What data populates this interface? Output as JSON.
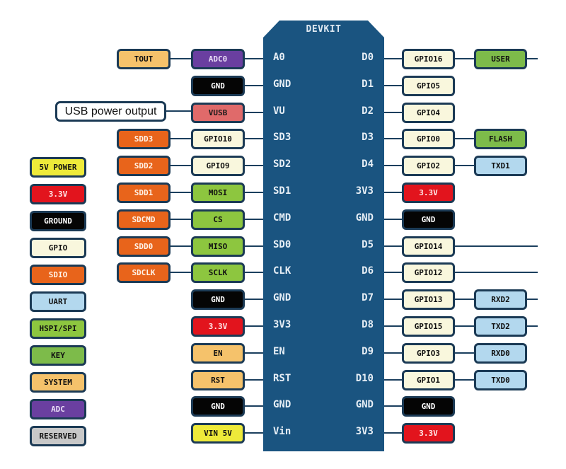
{
  "board": {
    "title": "DEVKIT"
  },
  "colors": {
    "board": "#1a5480",
    "outline": "#1b3a55",
    "5v": "#eeea3a",
    "3v3": "#e2141d",
    "ground": "#050505",
    "gpio": "#f9f7dd",
    "sdio": "#e8641b",
    "uart": "#b3d8ee",
    "spi": "#8dc63f",
    "key": "#7dbb4a",
    "system": "#f5c26b",
    "adc": "#6a3fa0",
    "reserved": "#c8c8c8"
  },
  "legend": [
    {
      "label": "5V POWER",
      "type": "5v"
    },
    {
      "label": "3.3V",
      "type": "3v3"
    },
    {
      "label": "GROUND",
      "type": "ground"
    },
    {
      "label": "GPIO",
      "type": "gpio"
    },
    {
      "label": "SDIO",
      "type": "sdio"
    },
    {
      "label": "UART",
      "type": "uart"
    },
    {
      "label": "HSPI/SPI",
      "type": "spi"
    },
    {
      "label": "KEY",
      "type": "key"
    },
    {
      "label": "SYSTEM",
      "type": "system"
    },
    {
      "label": "ADC",
      "type": "adc"
    },
    {
      "label": "RESERVED",
      "type": "reserved"
    }
  ],
  "usb_note": "USB power output",
  "left_pins": [
    {
      "pin": "A0",
      "inner": {
        "label": "ADC0",
        "type": "adc"
      },
      "outer": {
        "label": "TOUT",
        "type": "system"
      }
    },
    {
      "pin": "GND",
      "inner": {
        "label": "GND",
        "type": "ground"
      }
    },
    {
      "pin": "VU",
      "inner": {
        "label": "VUSB",
        "type": "vusb"
      }
    },
    {
      "pin": "SD3",
      "inner": {
        "label": "GPIO10",
        "type": "gpio"
      },
      "outer": {
        "label": "SDD3",
        "type": "sdio"
      }
    },
    {
      "pin": "SD2",
      "inner": {
        "label": "GPIO9",
        "type": "gpio"
      },
      "outer": {
        "label": "SDD2",
        "type": "sdio"
      }
    },
    {
      "pin": "SD1",
      "inner": {
        "label": "MOSI",
        "type": "spi"
      },
      "outer": {
        "label": "SDD1",
        "type": "sdio"
      }
    },
    {
      "pin": "CMD",
      "inner": {
        "label": "CS",
        "type": "spi"
      },
      "outer": {
        "label": "SDCMD",
        "type": "sdio"
      }
    },
    {
      "pin": "SD0",
      "inner": {
        "label": "MISO",
        "type": "spi"
      },
      "outer": {
        "label": "SDD0",
        "type": "sdio"
      }
    },
    {
      "pin": "CLK",
      "inner": {
        "label": "SCLK",
        "type": "spi"
      },
      "outer": {
        "label": "SDCLK",
        "type": "sdio"
      }
    },
    {
      "pin": "GND",
      "inner": {
        "label": "GND",
        "type": "ground"
      }
    },
    {
      "pin": "3V3",
      "inner": {
        "label": "3.3V",
        "type": "3v3"
      }
    },
    {
      "pin": "EN",
      "inner": {
        "label": "EN",
        "type": "system"
      }
    },
    {
      "pin": "RST",
      "inner": {
        "label": "RST",
        "type": "system"
      }
    },
    {
      "pin": "GND",
      "inner": {
        "label": "GND",
        "type": "ground"
      }
    },
    {
      "pin": "Vin",
      "inner": {
        "label": "VIN 5V",
        "type": "5v"
      }
    }
  ],
  "right_pins": [
    {
      "pin": "D0",
      "inner": {
        "label": "GPIO16",
        "type": "gpio"
      },
      "outer": {
        "label": "USER",
        "type": "key"
      },
      "tail": true
    },
    {
      "pin": "D1",
      "inner": {
        "label": "GPIO5",
        "type": "gpio"
      }
    },
    {
      "pin": "D2",
      "inner": {
        "label": "GPIO4",
        "type": "gpio"
      }
    },
    {
      "pin": "D3",
      "inner": {
        "label": "GPIO0",
        "type": "gpio"
      },
      "outer": {
        "label": "FLASH",
        "type": "key"
      }
    },
    {
      "pin": "D4",
      "inner": {
        "label": "GPIO2",
        "type": "gpio"
      },
      "outer": {
        "label": "TXD1",
        "type": "uart"
      }
    },
    {
      "pin": "3V3",
      "inner": {
        "label": "3.3V",
        "type": "3v3"
      }
    },
    {
      "pin": "GND",
      "inner": {
        "label": "GND",
        "type": "ground"
      }
    },
    {
      "pin": "D5",
      "inner": {
        "label": "GPIO14",
        "type": "gpio"
      },
      "tail": true
    },
    {
      "pin": "D6",
      "inner": {
        "label": "GPIO12",
        "type": "gpio"
      },
      "tail": true
    },
    {
      "pin": "D7",
      "inner": {
        "label": "GPIO13",
        "type": "gpio"
      },
      "outer": {
        "label": "RXD2",
        "type": "uart"
      },
      "tail": true
    },
    {
      "pin": "D8",
      "inner": {
        "label": "GPIO15",
        "type": "gpio"
      },
      "outer": {
        "label": "TXD2",
        "type": "uart"
      },
      "tail": true
    },
    {
      "pin": "D9",
      "inner": {
        "label": "GPIO3",
        "type": "gpio"
      },
      "outer": {
        "label": "RXD0",
        "type": "uart"
      }
    },
    {
      "pin": "D10",
      "inner": {
        "label": "GPIO1",
        "type": "gpio"
      },
      "outer": {
        "label": "TXD0",
        "type": "uart"
      }
    },
    {
      "pin": "GND",
      "inner": {
        "label": "GND",
        "type": "ground"
      }
    },
    {
      "pin": "3V3",
      "inner": {
        "label": "3.3V",
        "type": "3v3"
      }
    }
  ]
}
